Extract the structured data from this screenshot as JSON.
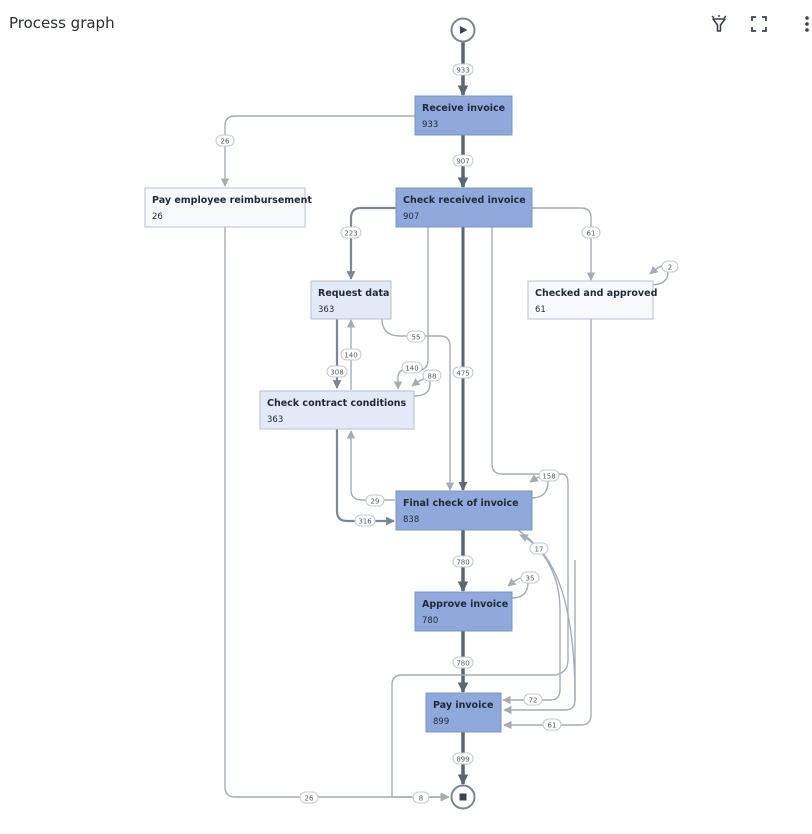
{
  "header": {
    "title": "Process graph"
  },
  "toolbar": {
    "icons": [
      "filter-icon",
      "fullscreen-icon",
      "more-vertical-icon"
    ]
  },
  "colors": {
    "node_strong": "#8fa9dc",
    "node_medium": "#e3e9f6",
    "node_light": "#f7f9fd",
    "edge_heavy": "#5b6670",
    "edge_light": "#a4adb6"
  },
  "nodes": {
    "start": {
      "icon": "play-icon"
    },
    "end": {
      "icon": "stop-icon"
    },
    "receive": {
      "name": "Receive invoice",
      "count": "933"
    },
    "pay_employee": {
      "name": "Pay employee reimbursement",
      "count": "26"
    },
    "check_received": {
      "name": "Check received invoice",
      "count": "907"
    },
    "request_data": {
      "name": "Request data",
      "count": "363"
    },
    "checked_approved": {
      "name": "Checked and approved",
      "count": "61"
    },
    "check_contract": {
      "name": "Check contract conditions",
      "count": "363"
    },
    "final_check": {
      "name": "Final check of invoice",
      "count": "838"
    },
    "approve": {
      "name": "Approve invoice",
      "count": "780"
    },
    "pay": {
      "name": "Pay invoice",
      "count": "899"
    }
  },
  "edges": {
    "start_receive": "933",
    "receive_check": "907",
    "receive_payemp": "26",
    "check_request": "223",
    "check_checked": "61",
    "checked_self": "2",
    "request_final": "55",
    "check_contract": "140",
    "contract_self": "88",
    "contract_request": "140",
    "request_contract": "308",
    "check_final": "475",
    "final_self": "158",
    "final_contract": "29",
    "contract_final": "316",
    "final_approve": "780",
    "approve_self": "35",
    "final_pay": "17",
    "approve_pay": "780",
    "to_pay_72": "72",
    "checked_pay": "61",
    "pay_end": "899",
    "payemp_end": "26",
    "to_end_8": "8"
  }
}
